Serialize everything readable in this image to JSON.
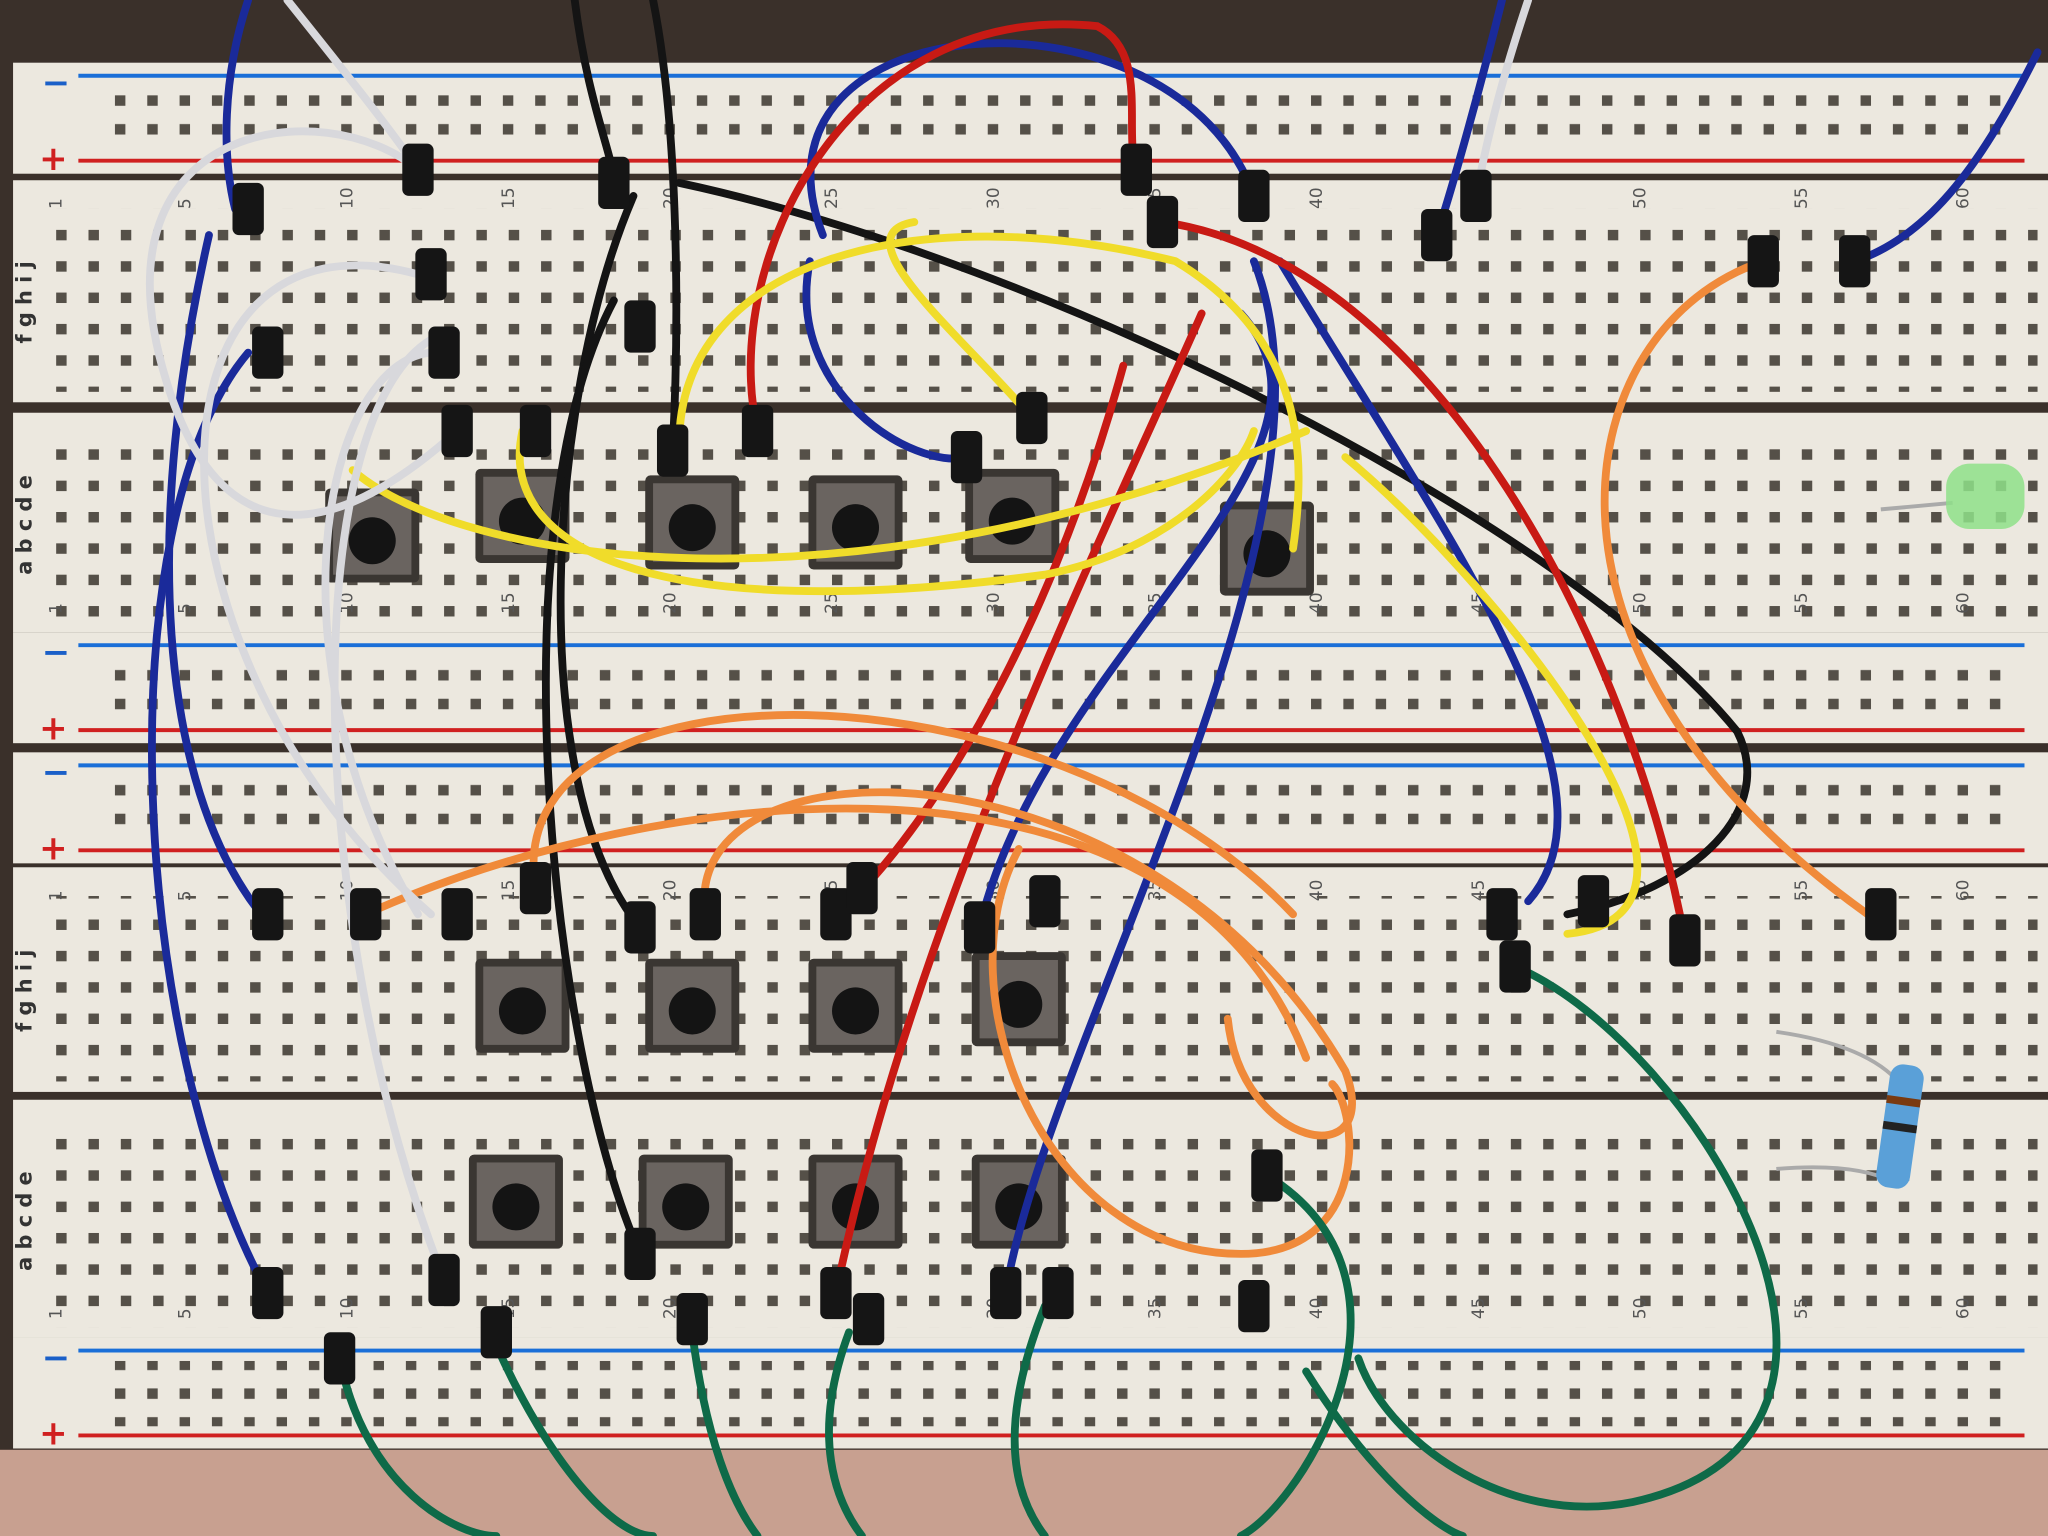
{
  "scene": {
    "description_labels": {
      "rail_minus": "−",
      "rail_plus": "+",
      "rows_top_half": "f g h i j",
      "rows_bottom_half": "a b c d e"
    },
    "column_numbers": [
      "1",
      "5",
      "10",
      "15",
      "20",
      "25",
      "30",
      "35",
      "40",
      "45",
      "50",
      "55",
      "60"
    ],
    "colors": {
      "board": "#ece8df",
      "rail_blue": "#1a6fd8",
      "rail_red": "#d02020",
      "wire_black": "#141414",
      "wire_blue": "#1a2a9a",
      "wire_red": "#c81a14",
      "wire_yellow": "#f0dc2a",
      "wire_orange": "#f08a3a",
      "wire_white": "#d8d8dc",
      "wire_green": "#0e6a48",
      "led_green": "#8fe08a"
    }
  }
}
